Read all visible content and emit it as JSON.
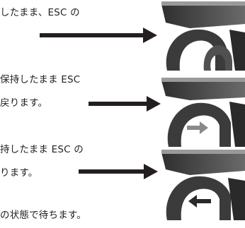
{
  "steps": [
    {
      "text": "したまま、ESC の"
    },
    {
      "text": "保持したまま ESC"
    },
    {
      "text": "戻ります。"
    },
    {
      "text": "持したまま ESC の"
    },
    {
      "text": "ります。"
    },
    {
      "text": "の状態で待ちます。"
    }
  ],
  "icons": [
    "right-arrow-icon",
    "right-arrow-icon",
    "right-arrow-icon",
    "left-arrow-icon"
  ],
  "colors": {
    "text": "#231f20",
    "arrow": "#231f20",
    "photo_dark": "#3b3b3b",
    "photo_light": "#d9d9d9",
    "hint_arrow": "#8a8a8a"
  }
}
